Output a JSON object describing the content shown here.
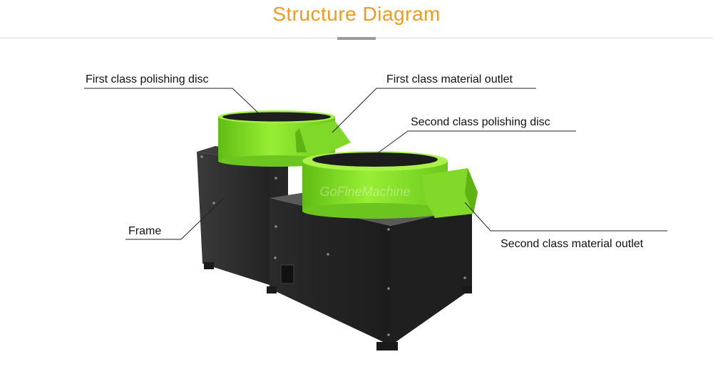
{
  "header": {
    "title": "Structure Diagram"
  },
  "labels": {
    "first_disc": "First class polishing disc",
    "first_outlet": "First class material outlet",
    "second_disc": "Second class polishing disc",
    "frame": "Frame",
    "second_outlet": "Second class material outlet"
  },
  "watermark": "GoFineMachine",
  "colors": {
    "title": "#f29a1c",
    "machine_green": "#8ee62a",
    "frame_dark": "#2b2b2b"
  }
}
